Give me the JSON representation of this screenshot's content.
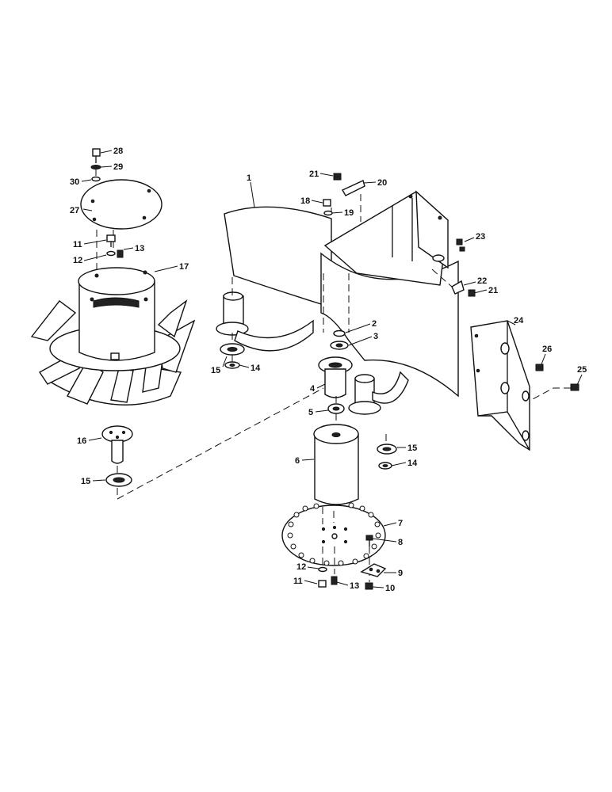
{
  "callouts": [
    {
      "id": "c1",
      "text": "1"
    },
    {
      "id": "c2",
      "text": "2"
    },
    {
      "id": "c3",
      "text": "3"
    },
    {
      "id": "c4",
      "text": "4"
    },
    {
      "id": "c5",
      "text": "5"
    },
    {
      "id": "c6",
      "text": "6"
    },
    {
      "id": "c7",
      "text": "7"
    },
    {
      "id": "c8",
      "text": "8"
    },
    {
      "id": "c9",
      "text": "9"
    },
    {
      "id": "c10",
      "text": "10"
    },
    {
      "id": "c11a",
      "text": "11"
    },
    {
      "id": "c11b",
      "text": "11"
    },
    {
      "id": "c12a",
      "text": "12"
    },
    {
      "id": "c12b",
      "text": "12"
    },
    {
      "id": "c13a",
      "text": "13"
    },
    {
      "id": "c13b",
      "text": "13"
    },
    {
      "id": "c14a",
      "text": "14"
    },
    {
      "id": "c14b",
      "text": "14"
    },
    {
      "id": "c15a",
      "text": "15"
    },
    {
      "id": "c15b",
      "text": "15"
    },
    {
      "id": "c15c",
      "text": "15"
    },
    {
      "id": "c16",
      "text": "16"
    },
    {
      "id": "c17",
      "text": "17"
    },
    {
      "id": "c18",
      "text": "18"
    },
    {
      "id": "c19",
      "text": "19"
    },
    {
      "id": "c20",
      "text": "20"
    },
    {
      "id": "c21a",
      "text": "21"
    },
    {
      "id": "c21b",
      "text": "21"
    },
    {
      "id": "c22",
      "text": "22"
    },
    {
      "id": "c23",
      "text": "23"
    },
    {
      "id": "c24",
      "text": "24"
    },
    {
      "id": "c25",
      "text": "25"
    },
    {
      "id": "c26",
      "text": "26"
    },
    {
      "id": "c27",
      "text": "27"
    },
    {
      "id": "c28",
      "text": "28"
    },
    {
      "id": "c29",
      "text": "29"
    },
    {
      "id": "c30",
      "text": "30"
    }
  ]
}
